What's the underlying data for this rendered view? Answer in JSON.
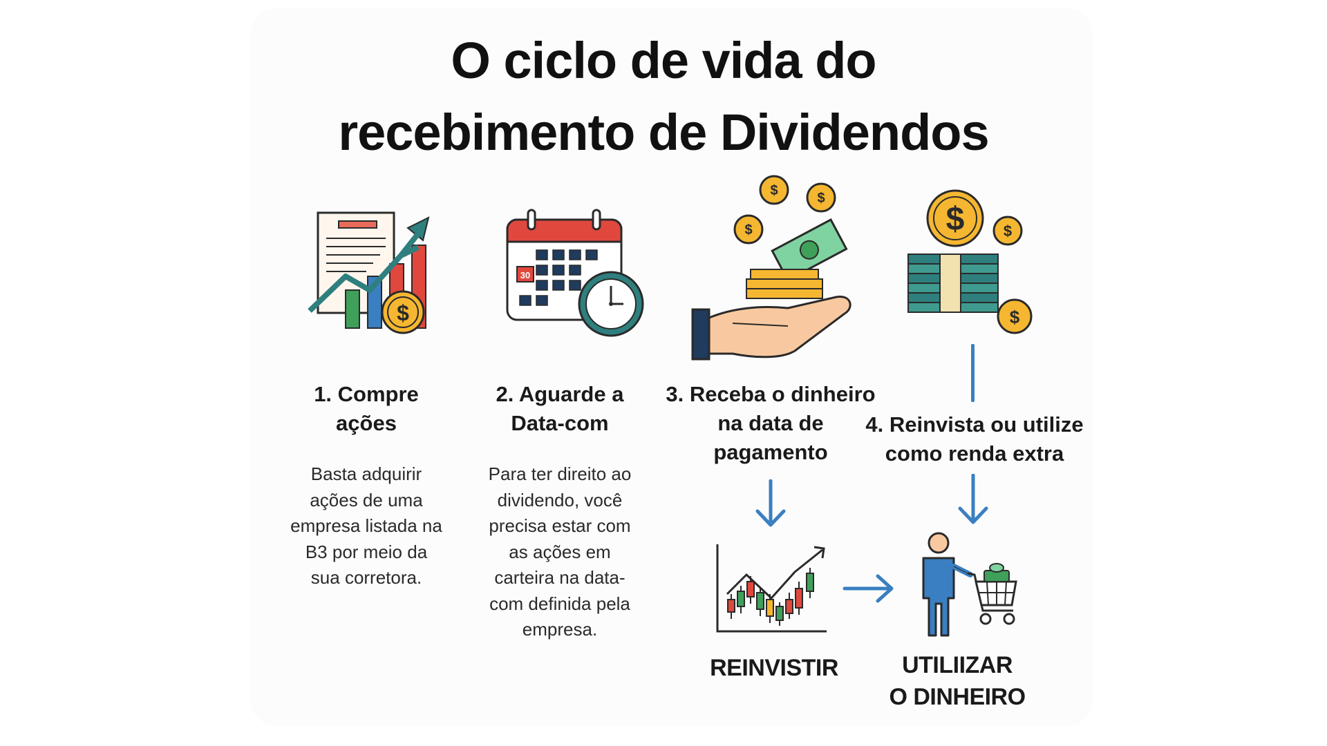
{
  "title": {
    "line1": "O ciclo de vida do",
    "line2": "recebimento de Dividendos"
  },
  "steps": [
    {
      "title_line1": "1. Compre",
      "title_line2": "ações",
      "desc_lines": [
        "Basta adquirir",
        "ações de uma",
        "empresa listada na",
        "B3 por meio da",
        "sua corretora."
      ],
      "icon": "stock-report-chart-icon"
    },
    {
      "title_line1": "2. Aguarde a",
      "title_line2": "Data-com",
      "desc_lines": [
        "Para ter direito ao",
        "dividendo, você",
        "precisa estar com",
        "as ações em",
        "carteira na data-",
        "com definida pela",
        "empresa."
      ],
      "icon": "calendar-clock-icon",
      "calendar_day": "30"
    },
    {
      "title_line1": "3. Receba o dinheiro",
      "title_line2": "na data de",
      "title_line3": "pagamento",
      "icon": "hand-receiving-money-icon"
    },
    {
      "title_line1": "4.  Reinvista ou utilize",
      "title_line2": "como renda extra",
      "icon": "money-stack-coins-icon"
    }
  ],
  "outcomes": {
    "reinvest": {
      "label": "REINVISTIR",
      "icon": "candlestick-chart-icon"
    },
    "use": {
      "line1": "UTILIIZAR",
      "line2": "O DINHEIRO",
      "icon": "person-shopping-cart-icon"
    }
  },
  "coin_symbol": "$",
  "colors": {
    "arrow": "#3a7fc1",
    "coin": "#f5b731",
    "teal": "#2f7f7f",
    "red": "#e0483e",
    "green": "#3fa05a",
    "navy": "#1f3b5e"
  }
}
